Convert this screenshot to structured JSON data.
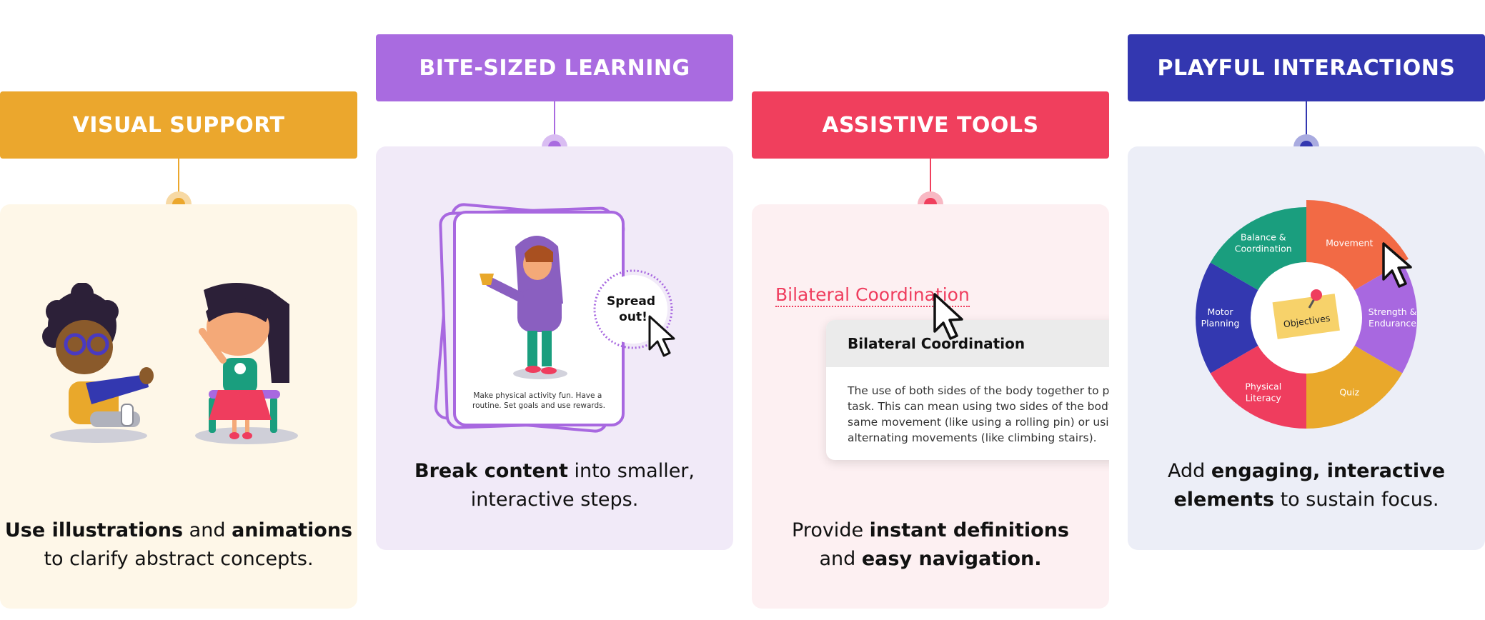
{
  "columns": [
    {
      "id": "visual-support",
      "title": "VISUAL SUPPORT",
      "caption_parts": [
        {
          "text": "Use illustrations",
          "bold": true
        },
        {
          "text": " and ",
          "bold": false
        },
        {
          "text": "animations",
          "bold": true
        },
        {
          "text": "\nto clarify abstract concepts.",
          "bold": false
        }
      ]
    },
    {
      "id": "bite-sized-learning",
      "title": "BITE-SIZED LEARNING",
      "card_text": "Make physical activity fun. Have a routine. Set goals and use rewards.",
      "badge": "Spread out!",
      "caption_parts": [
        {
          "text": "Break content",
          "bold": true
        },
        {
          "text": " into smaller,\ninteractive steps.",
          "bold": false
        }
      ]
    },
    {
      "id": "assistive-tools",
      "title": "ASSISTIVE TOOLS",
      "link_text": "Bilateral Coordination",
      "tooltip_title": "Bilateral Coordination",
      "tooltip_lines": [
        "The use of both sides of the body together to perform a",
        "task. This can mean using two sides of the body for the",
        "same movement (like using a rolling pin) or using",
        "alternating movements (like climbing stairs)."
      ],
      "caption_parts": [
        {
          "text": "Provide ",
          "bold": false
        },
        {
          "text": "instant definitions",
          "bold": true
        },
        {
          "text": "\nand ",
          "bold": false
        },
        {
          "text": "easy navigation.",
          "bold": true
        }
      ]
    },
    {
      "id": "playful-interactions",
      "title": "PLAYFUL INTERACTIONS",
      "wheel_center": "Objectives",
      "wheel_segments": [
        {
          "label": "Movement",
          "color": "#f26a45"
        },
        {
          "label": "Strength &\nEndurance",
          "color": "#a868e0"
        },
        {
          "label": "Quiz",
          "color": "#e9a82b"
        },
        {
          "label": "Physical\nLiteracy",
          "color": "#ef3d5e"
        },
        {
          "label": "Motor\nPlanning",
          "color": "#3338b0"
        },
        {
          "label": "Balance &\nCoordination",
          "color": "#1a9e7e"
        }
      ],
      "caption_parts": [
        {
          "text": "Add ",
          "bold": false
        },
        {
          "text": "engaging, interactive\nelements",
          "bold": true
        },
        {
          "text": " to sustain focus.",
          "bold": false
        }
      ]
    }
  ],
  "colors": {
    "yellow": "#eba72d",
    "purple": "#a96be0",
    "red": "#f03f5d",
    "navy": "#3337b0",
    "card_yellow": "#fef7e8",
    "card_purple": "#f1eaf8",
    "card_red": "#fdf0f2",
    "card_navy": "#eceef7"
  }
}
